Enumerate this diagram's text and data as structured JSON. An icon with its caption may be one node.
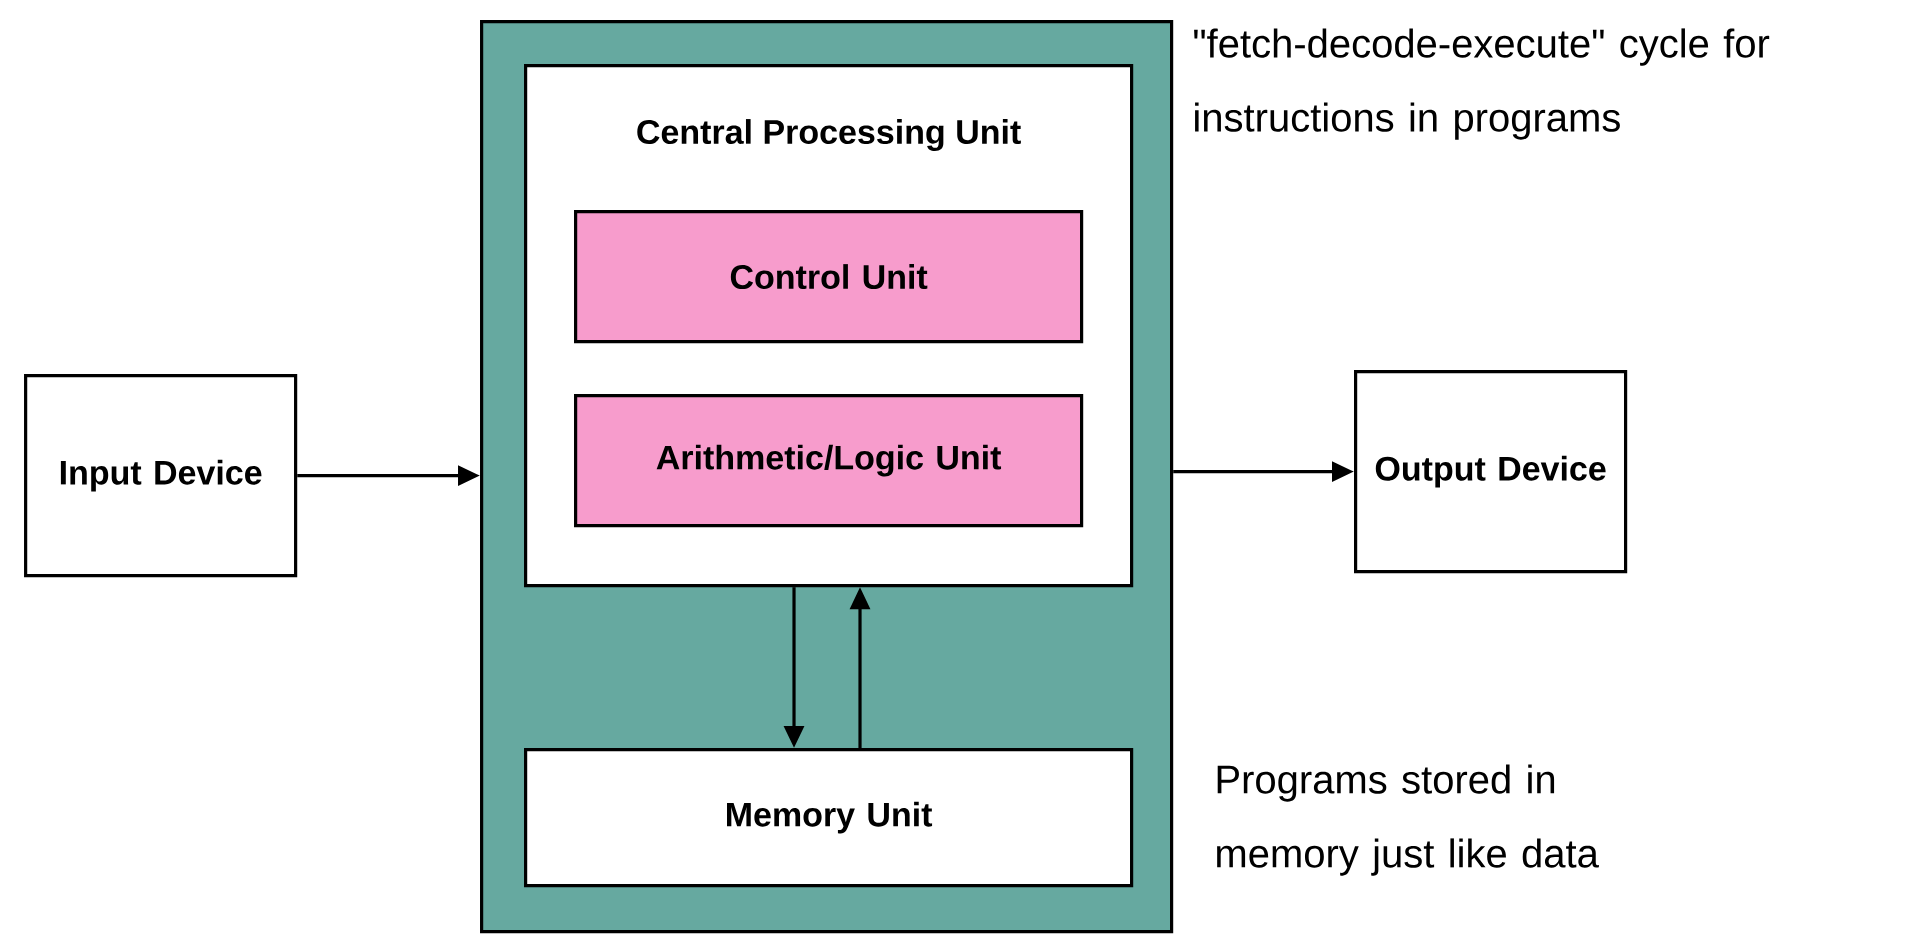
{
  "diagram": {
    "nodes": [
      {
        "text": [
          "Input Device"
        ]
      },
      {
        "text": [],
        "shape": "box"
      },
      {
        "text": [
          "Central Processing Unit"
        ],
        "in": 1
      },
      {
        "text": [
          "Control Unit"
        ],
        "in": 2
      },
      {
        "text": [
          "Arithmetic/Logic Unit"
        ],
        "in": 2
      },
      {
        "text": [
          "Memory Unit"
        ],
        "in": 1
      },
      {
        "text": [
          "Output Device"
        ]
      }
    ],
    "edges": [
      {
        "from": 0,
        "to": 1,
        "arrow": "to"
      },
      {
        "from": 1,
        "to": 6,
        "arrow": "to"
      },
      {
        "from": 2,
        "to": 5,
        "arrow": "to"
      },
      {
        "from": 5,
        "to": 2,
        "arrow": "to"
      }
    ],
    "labels": [
      "\"fetch-decode-execute\" cycle for instructions in programs",
      "Programs stored in memory just like data"
    ]
  }
}
